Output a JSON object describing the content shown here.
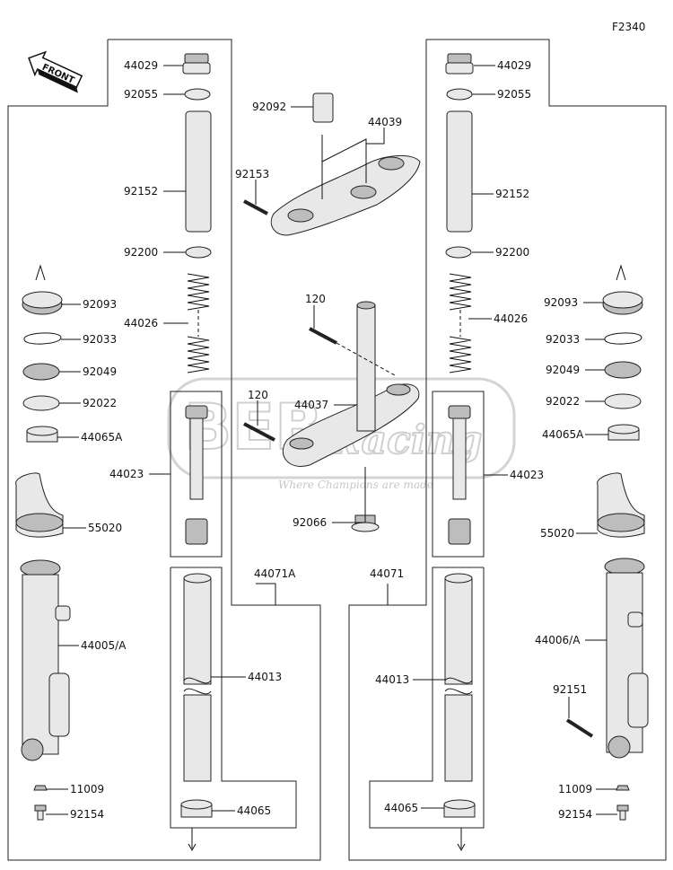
{
  "figure_code": "F2340",
  "front_label": "FRONT",
  "watermark": {
    "brand_top": "BEB",
    "brand_script": "Racing",
    "tagline": "Where Champions are made"
  },
  "labels": {
    "l44029": "44029",
    "l92055": "92055",
    "l92152": "92152",
    "l92200": "92200",
    "l92093": "92093",
    "l44026": "44026",
    "l92033": "92033",
    "l92049": "92049",
    "l92022": "92022",
    "l44065A": "44065A",
    "l44023": "44023",
    "l55020": "55020",
    "l44005A": "44005/A",
    "l11009": "11009",
    "l92154": "92154",
    "l44071A": "44071A",
    "l44013": "44013",
    "l44065": "44065",
    "l92092": "92092",
    "l44039": "44039",
    "l92153": "92153",
    "l120a": "120",
    "l120b": "120",
    "l44037": "44037",
    "l92066": "92066",
    "r44029": "44029",
    "r92055": "92055",
    "r92152": "92152",
    "r92200": "92200",
    "r92093": "92093",
    "r44026": "44026",
    "r92033": "92033",
    "r92049": "92049",
    "r92022": "92022",
    "r44065A": "44065A",
    "r44023": "44023",
    "r55020": "55020",
    "r44006A": "44006/A",
    "r92151": "92151",
    "r11009": "11009",
    "r92154": "92154",
    "r44071": "44071",
    "r44013": "44013",
    "r44065": "44065"
  }
}
